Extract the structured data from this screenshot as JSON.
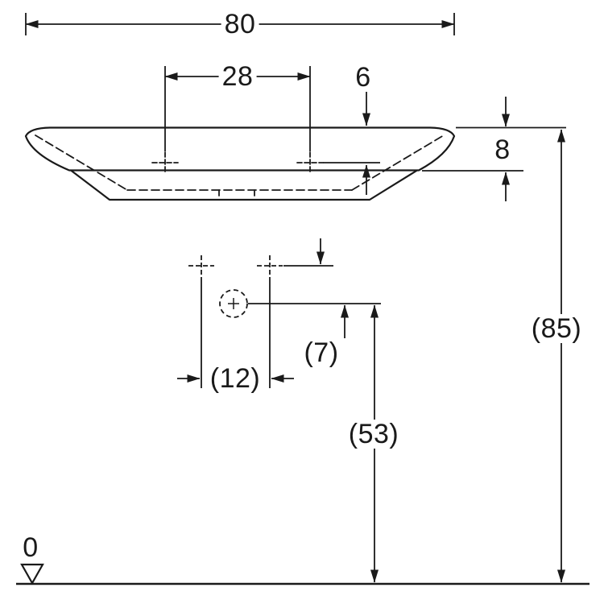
{
  "drawing": {
    "type": "technical-dimension-drawing",
    "subject": "washbasin-front-elevation",
    "colors": {
      "line": "#1a1a1a",
      "background": "#ffffff"
    },
    "dimensions": {
      "total_width": "80",
      "tap_hole_spacing": "28",
      "tap_hole_to_front": "6",
      "rim_height": "8",
      "total_height": "(85)",
      "drain_offset": "(7)",
      "fixing_hole_spacing": "(12)",
      "drain_height": "(53)",
      "datum": "0"
    }
  }
}
